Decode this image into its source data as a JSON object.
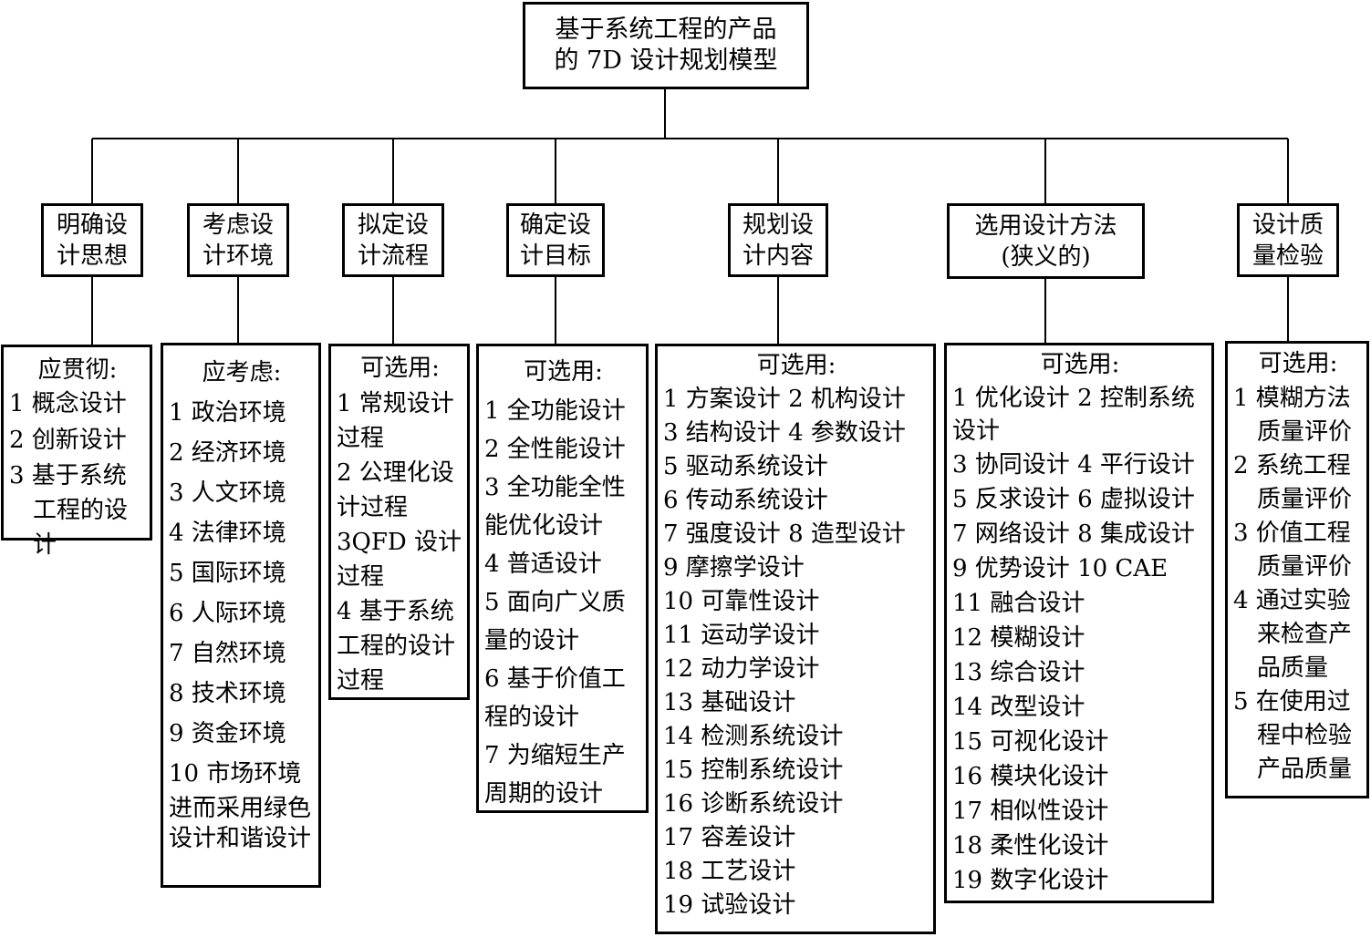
{
  "root": {
    "lines": [
      "基于系统工程的产品",
      "的 7D 设计规划模型"
    ]
  },
  "categories": [
    {
      "lines": [
        "明确设",
        "计思想"
      ]
    },
    {
      "lines": [
        "考虑设",
        "计环境"
      ]
    },
    {
      "lines": [
        "拟定设",
        "计流程"
      ]
    },
    {
      "lines": [
        "确定设",
        "计目标"
      ]
    },
    {
      "lines": [
        "规划设",
        "计内容"
      ]
    },
    {
      "lines": [
        "选用设计方法",
        "(狭义的)"
      ]
    },
    {
      "lines": [
        "设计质",
        "量检验"
      ]
    }
  ],
  "details": [
    {
      "heading": "应贯彻:",
      "items": [
        "1 概念设计",
        "2 创新设计",
        "3 基于系统工程的设计"
      ]
    },
    {
      "heading": "应考虑:",
      "items": [
        "1 政治环境",
        "2 经济环境",
        "3 人文环境",
        "4 法律环境",
        "5 国际环境",
        "6 人际环境",
        "7 自然环境",
        "8 技术环境",
        "9 资金环境",
        "10 市场环境",
        "进而采用绿色设计和谐设计"
      ]
    },
    {
      "heading": "可选用:",
      "items": [
        "1 常规设计过程",
        "2 公理化设计过程",
        "3QFD 设计过程",
        "4 基于系统工程的设计过程"
      ]
    },
    {
      "heading": "可选用:",
      "items": [
        "1 全功能设计",
        "2 全性能设计",
        "3 全功能全性能优化设计",
        "4 普适设计",
        "5 面向广义质量的设计",
        "6 基于价值工程的设计",
        "7 为缩短生产周期的设计"
      ]
    },
    {
      "heading": "可选用:",
      "items": [
        "1 方案设计 2 机构设计",
        "3 结构设计 4 参数设计",
        "5 驱动系统设计",
        "6 传动系统设计",
        "7 强度设计 8 造型设计",
        "9 摩擦学设计",
        "10 可靠性设计",
        "11 运动学设计",
        "12 动力学设计",
        "13 基础设计",
        "14 检测系统设计",
        "15 控制系统设计",
        "16 诊断系统设计",
        "17 容差设计",
        "18 工艺设计",
        "19 试验设计"
      ]
    },
    {
      "heading": "可选用:",
      "items": [
        "1 优化设计 2 控制系统设计",
        "3 协同设计 4 平行设计",
        "5 反求设计 6 虚拟设计",
        "7 网络设计 8 集成设计",
        "9 优势设计 10 CAE",
        "11 融合设计",
        "12 模糊设计",
        "13 综合设计",
        "14 改型设计",
        "15 可视化设计",
        "16 模块化设计",
        "17 相似性设计",
        "18 柔性化设计",
        "19 数字化设计"
      ]
    },
    {
      "heading": "可选用:",
      "items": [
        "1 模糊方法质量评价",
        "2 系统工程质量评价",
        "3 价值工程质量评价",
        "4 通过实验来检查产品质量",
        "5 在使用过程中检验产品质量"
      ]
    }
  ]
}
